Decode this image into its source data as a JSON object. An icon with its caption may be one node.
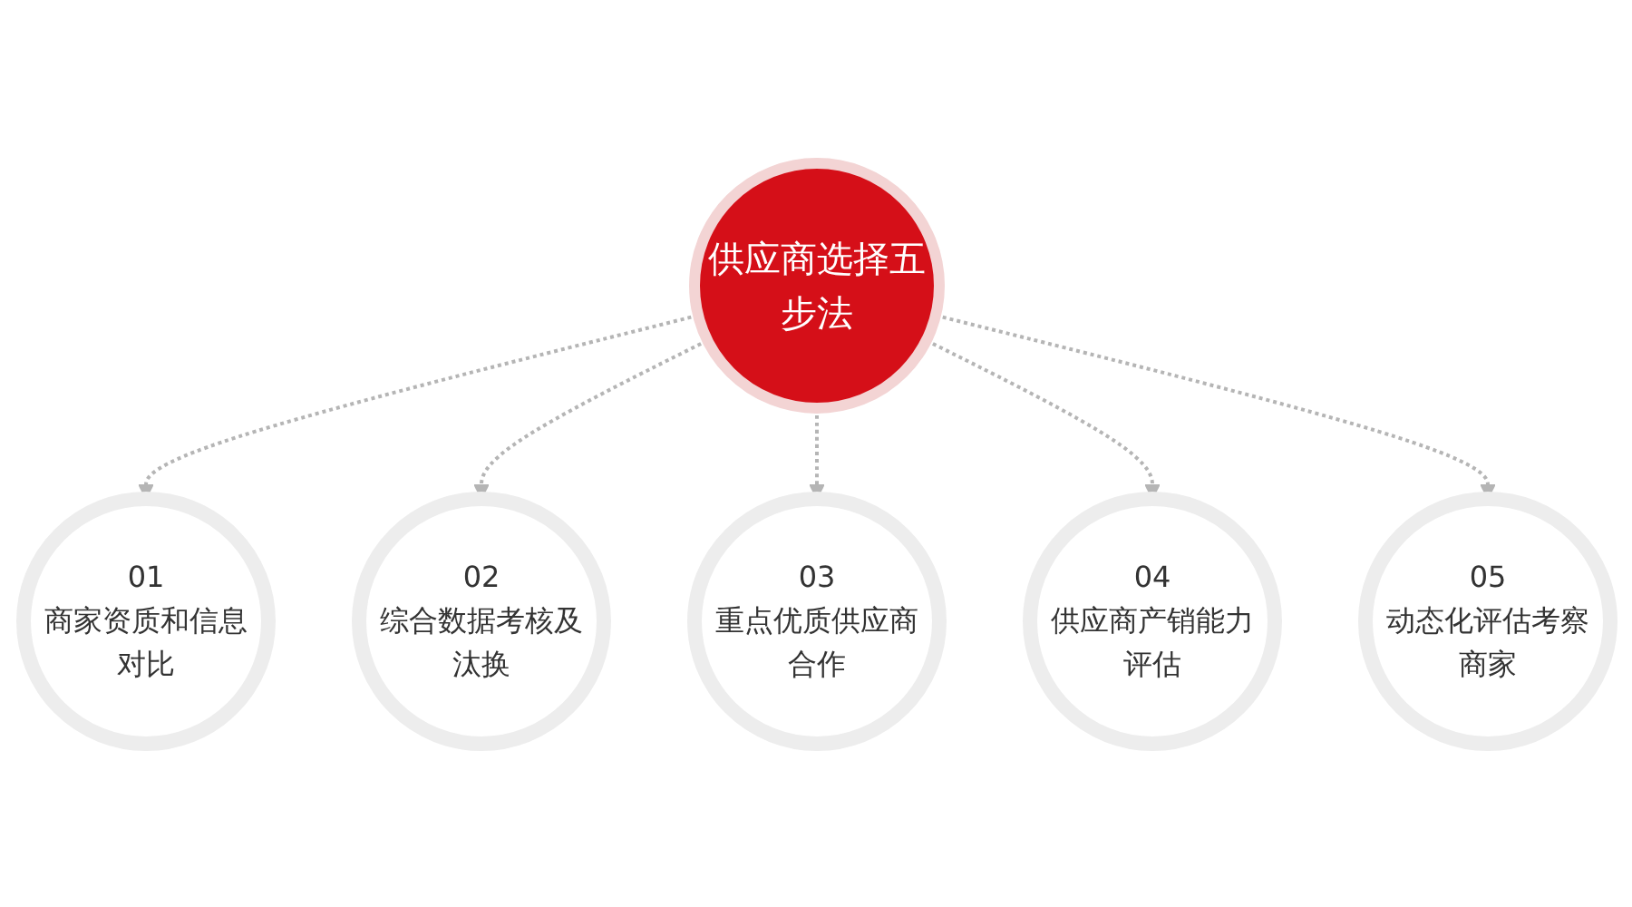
{
  "diagram": {
    "nodes": [
      {
        "text": [
          "供应商选择五步法"
        ]
      },
      {
        "text": [
          "01",
          "商家资质和信息对比"
        ]
      },
      {
        "text": [
          "02",
          "综合数据考核及汰换"
        ]
      },
      {
        "text": [
          "03",
          "重点优质供应商合作"
        ]
      },
      {
        "text": [
          "04",
          "供应商产销能力评估"
        ]
      },
      {
        "text": [
          "05",
          "动态化评估考察商家"
        ]
      }
    ],
    "edges": [
      {
        "from": 0,
        "to": 1,
        "arrow": "to",
        "style": "dashed"
      },
      {
        "from": 0,
        "to": 2,
        "arrow": "to",
        "style": "dashed"
      },
      {
        "from": 0,
        "to": 3,
        "arrow": "to",
        "style": "dashed"
      },
      {
        "from": 0,
        "to": 4,
        "arrow": "to",
        "style": "dashed"
      },
      {
        "from": 0,
        "to": 5,
        "arrow": "to",
        "style": "dashed"
      }
    ]
  }
}
